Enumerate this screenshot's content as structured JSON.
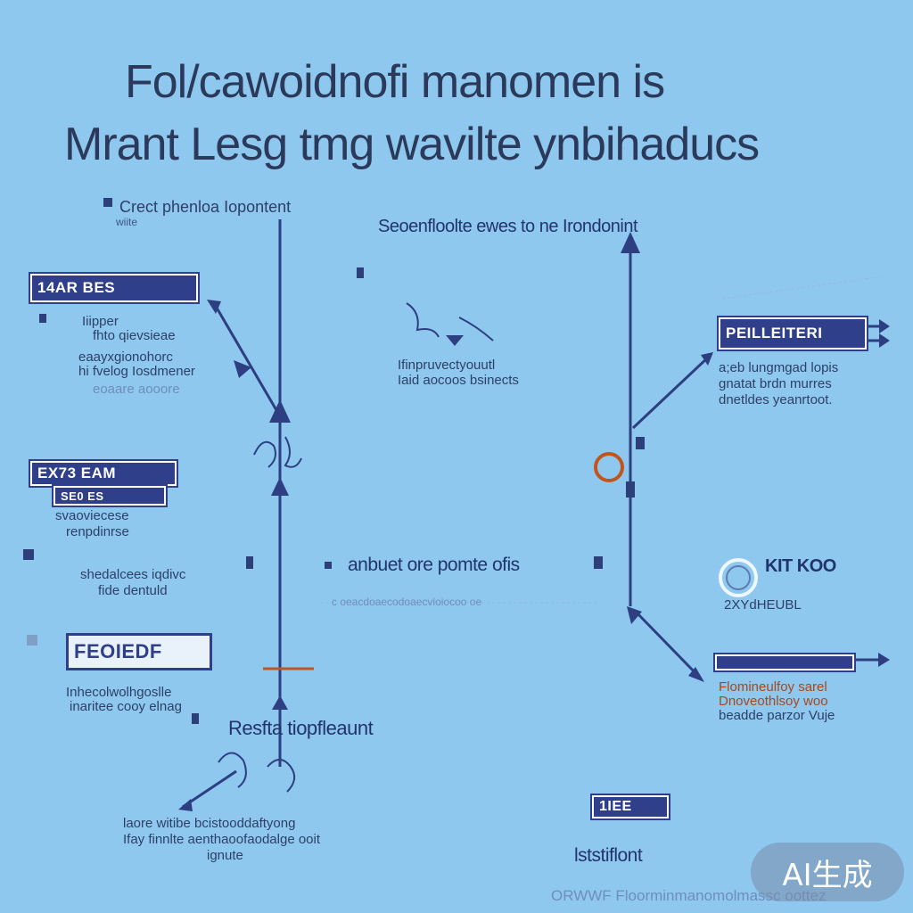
{
  "title": {
    "line1": "Fol/cawoidnofi manomen is",
    "line2": "Mrant Lesg tmg wavilte ynbihaducs"
  },
  "left_column": {
    "top_label": "Crect phenloa Iopontent",
    "top_sub": "wiite",
    "box1": {
      "label": "14AR BES",
      "text": [
        "Iiipper",
        "fhto qievsieae",
        "eaayxgionohorc",
        "hi fvelog Iosdmener"
      ],
      "faint": "eoaare aooore"
    },
    "box2": {
      "label": "EX73 EAM",
      "sub_label": "SE0 ES",
      "text": [
        "svaoviecese",
        "renpdinrse"
      ]
    },
    "middle_text": [
      "shedalcees iqdivc",
      "fide dentuld"
    ],
    "box3": {
      "label": "FEOIEDF",
      "text": [
        "Inhecolwolhgoslle",
        "inaritee cooy elnag"
      ]
    },
    "result_heading": "Resfta tiopfleaunt",
    "bottom_text": [
      "laore witibe bcistooddaftyong",
      "Ifay finnlte aenthaoofaodalge ooit",
      "ignute"
    ]
  },
  "center": {
    "top_caption": "Seoenfloolte ewes to ne Irondonint",
    "mid_caption": [
      "Ifinpruvectyouutl",
      "Iaid aocoos bsinects"
    ],
    "main_text": "anbuet ore pomte ofis",
    "main_sub": "c oeacdoaecodoaecvioiocoo oe",
    "bottom_label": "1IEE",
    "bottom_caption": "lststiflont",
    "footer": "ORWWF Floorminmanomolmassc oottez"
  },
  "right_column": {
    "box1": {
      "label": "PEILLEITERI",
      "text": [
        "a;eb lungmgad lopis",
        "gnatat brdn murres",
        "dnetldes yeanrtoot."
      ]
    },
    "ring_label": "KIT KOO",
    "ring_sub": "2XYdHEUBL",
    "box2": {
      "text": [
        "Flomineulfoy sarel",
        "Dnoveothlsoy woo",
        "beadde parzor Vuje"
      ]
    }
  },
  "badge": "AI生成",
  "colors": {
    "background": "#8ec8ee",
    "navy": "#2f3f8a",
    "accent": "#c0561e"
  }
}
